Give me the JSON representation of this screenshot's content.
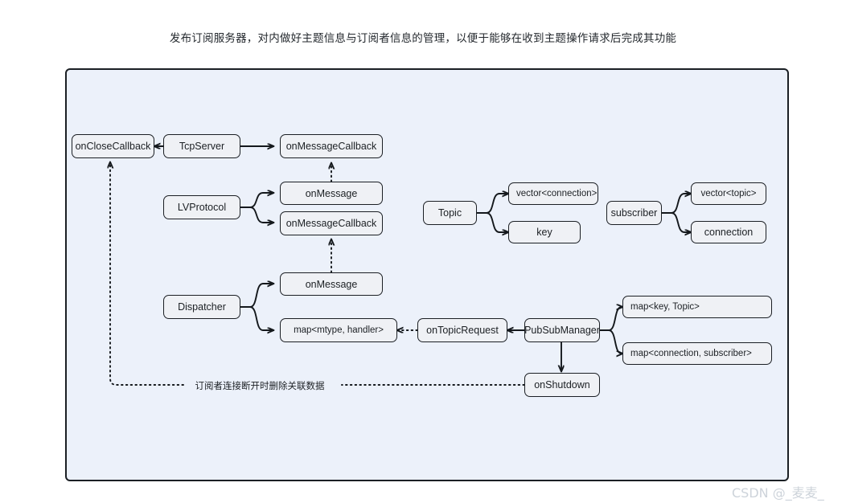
{
  "caption": "发布订阅服务器，对内做好主题信息与订阅者信息的管理，以便于能够在收到主题操作请求后完成其功能",
  "watermark": "CSDN @_麦麦_",
  "colors": {
    "panel_background": "#ecf1fa",
    "panel_border": "#1b1f24",
    "node_background": "#eff1f5",
    "node_border": "#1b1f24",
    "text": "#1c2024",
    "watermark": "#cdd3da",
    "page_background": "#ffffff"
  },
  "nodes": {
    "on_close_callback": "onCloseCallback",
    "tcp_server": "TcpServer",
    "on_message_callback_top": "onMessageCallback",
    "lv_protocol": "LVProtocol",
    "on_message_lv": "onMessage",
    "on_message_callback_lv": "onMessageCallback",
    "topic": "Topic",
    "vector_connection": "vector<connection>",
    "key": "key",
    "subscriber": "subscriber",
    "vector_topic": "vector<topic>",
    "connection": "connection",
    "dispatcher": "Dispatcher",
    "on_message_dispatcher": "onMessage",
    "map_mtype_handler": "map<mtype, handler>",
    "on_topic_request": "onTopicRequest",
    "pub_sub_manager": "PubSubManager",
    "map_key_topic": "map<key, Topic>",
    "map_connection_subscriber": "map<connection, subscriber>",
    "on_shutdown": "onShutdown"
  },
  "edges": {
    "dotted_note_label": "订阅者连接断开时删除关联数据"
  }
}
